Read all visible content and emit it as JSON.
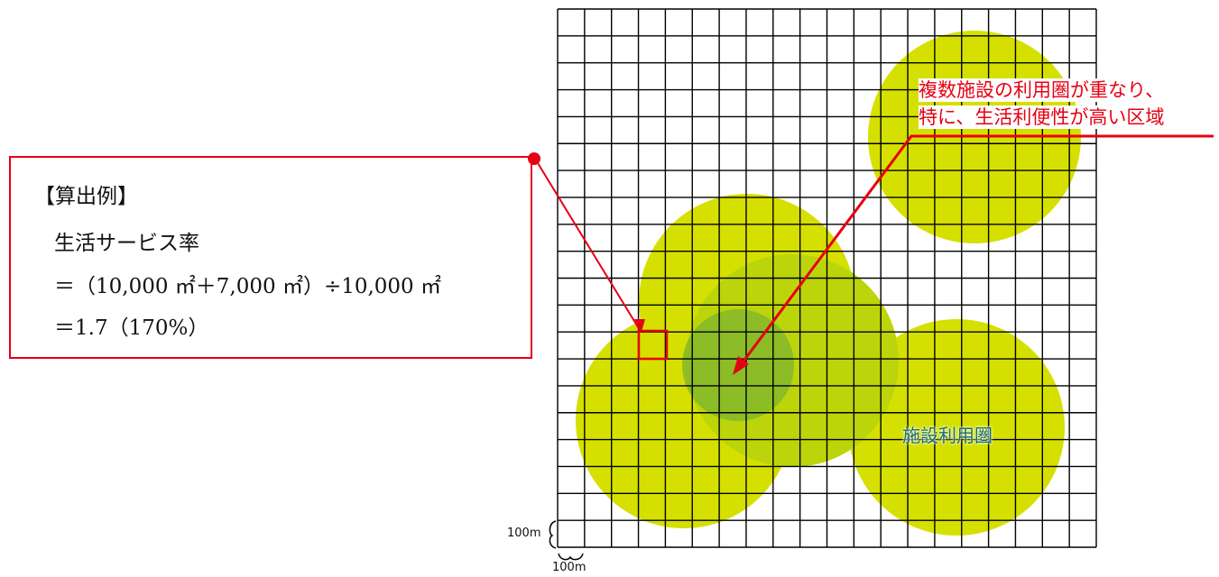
{
  "example": {
    "title": "【算出例】",
    "line1": "生活サービス率",
    "line2": "＝（10,000 ㎡＋7,000 ㎡）÷10,000 ㎡",
    "line3": "＝1.7（170%）"
  },
  "note": {
    "line1": "複数施設の利用圏が重なり、",
    "line2": "特に、生活利便性が高い区域"
  },
  "zone_label": "施設利用圏",
  "scale": {
    "vertical": "100m",
    "horizontal": "100m"
  },
  "colors": {
    "grid": "#000000",
    "circle": "#d6e000",
    "overlap": "#7fb52d",
    "accent": "#e60012",
    "label": "#1a6f6a"
  }
}
